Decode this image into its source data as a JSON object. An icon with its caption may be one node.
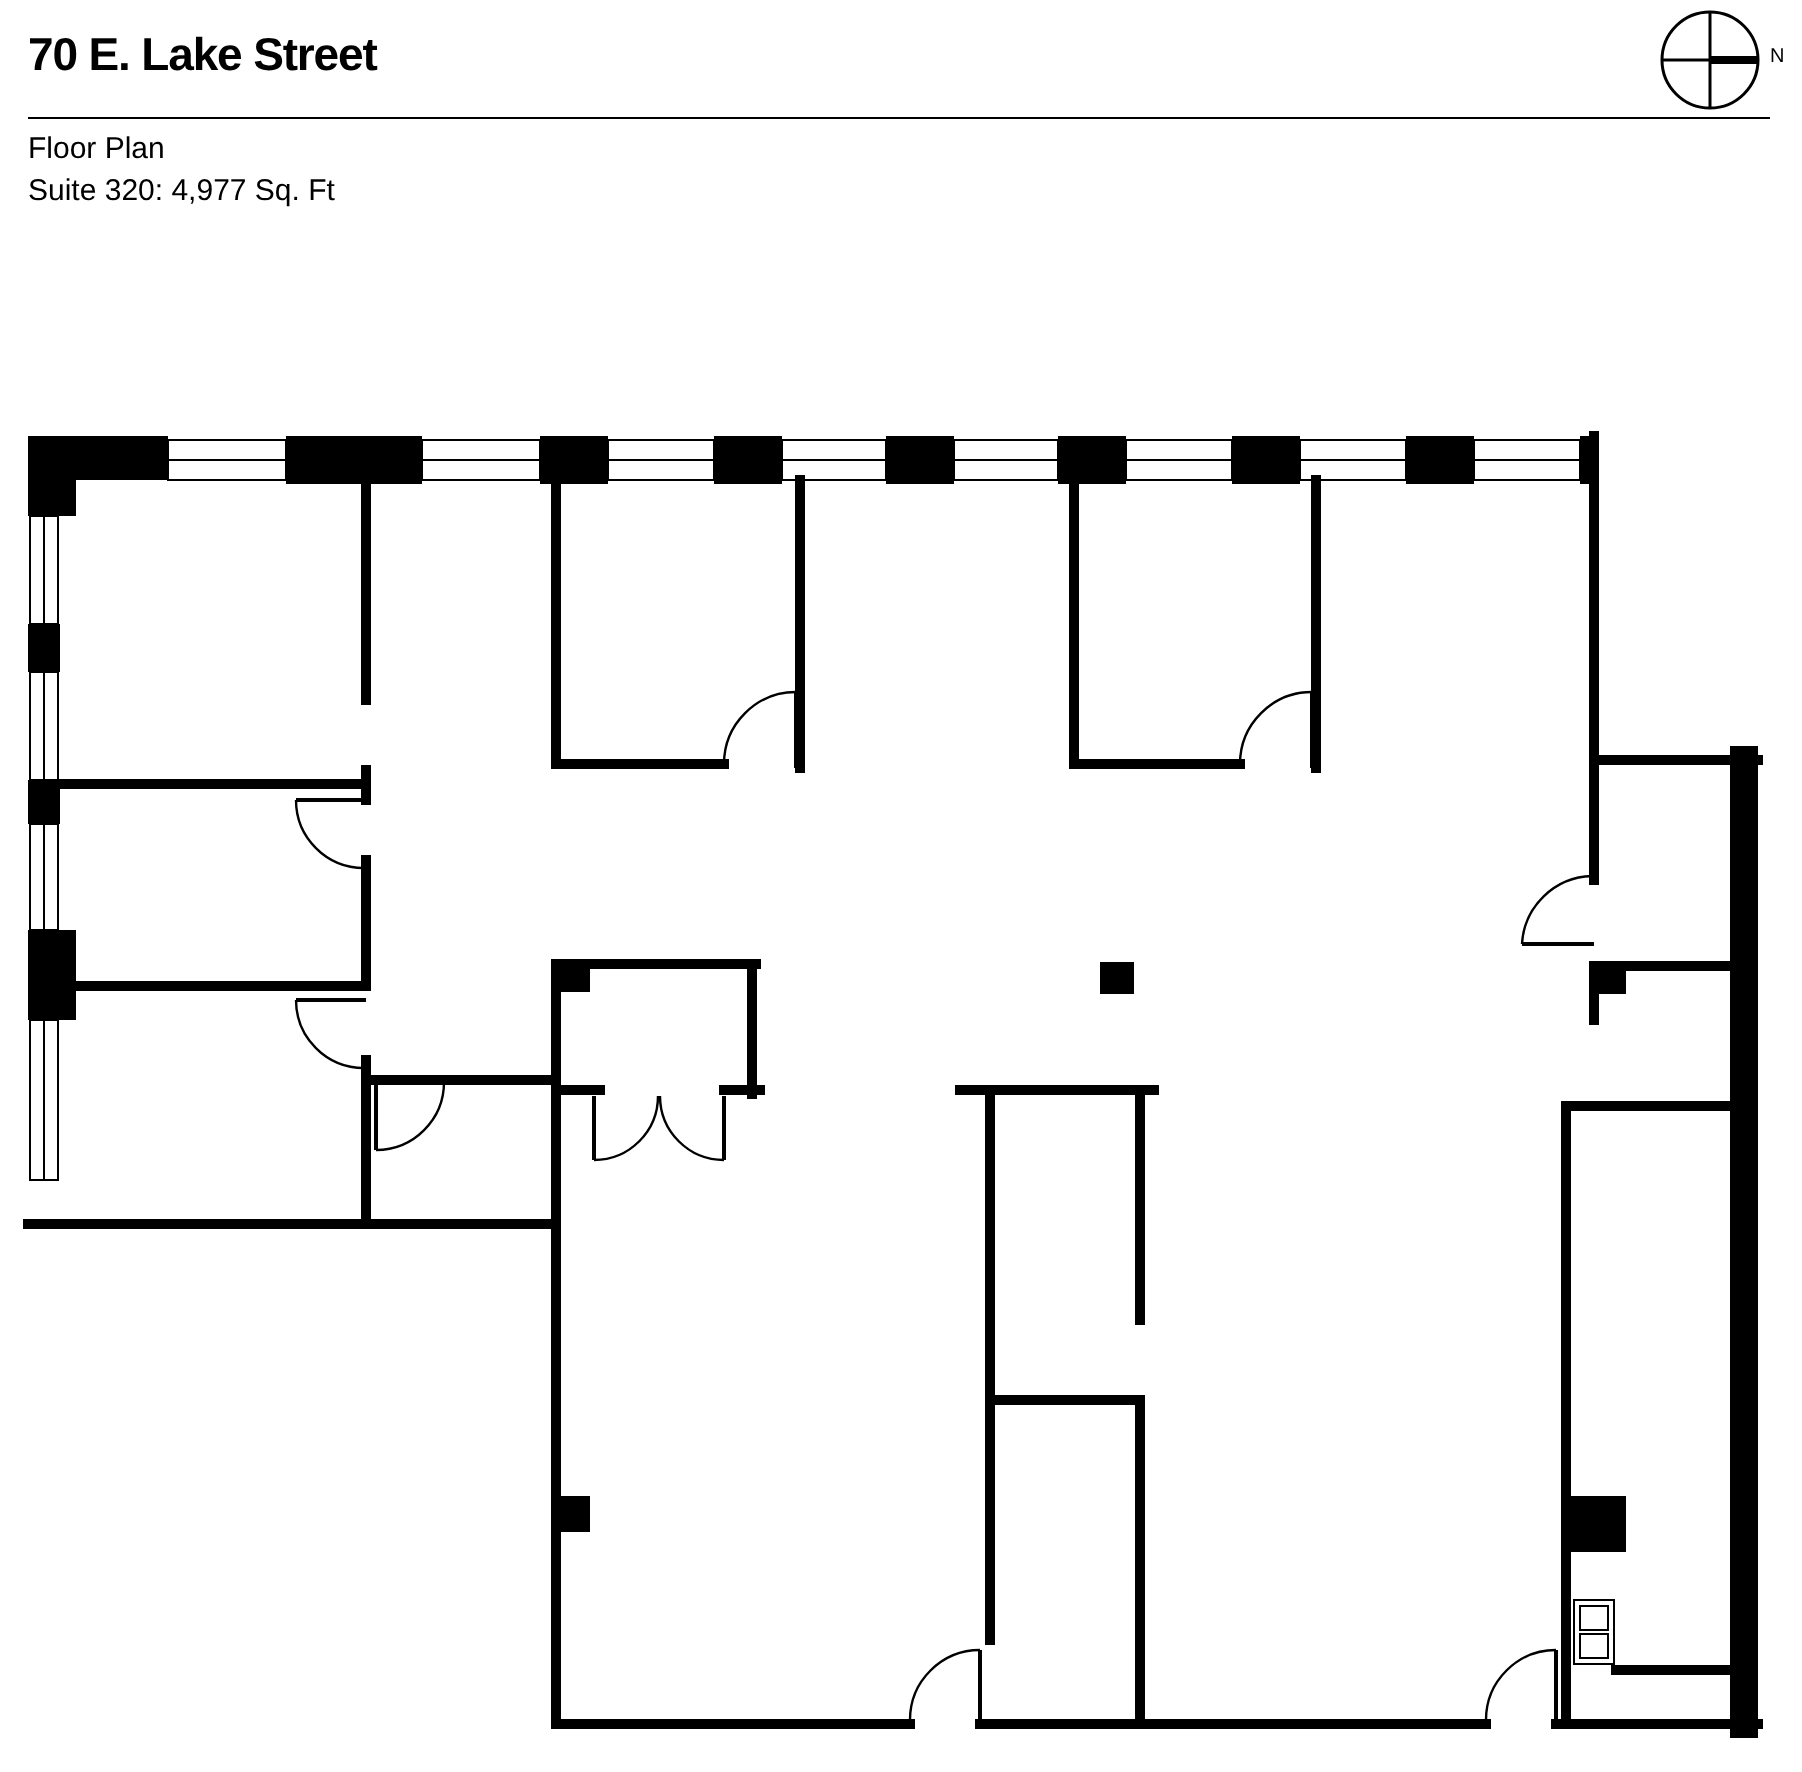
{
  "diagram": {
    "title": "70 E. Lake Street",
    "labels": [
      "Floor Plan",
      "Suite 320: 4,977 Sq. Ft",
      "N"
    ]
  }
}
